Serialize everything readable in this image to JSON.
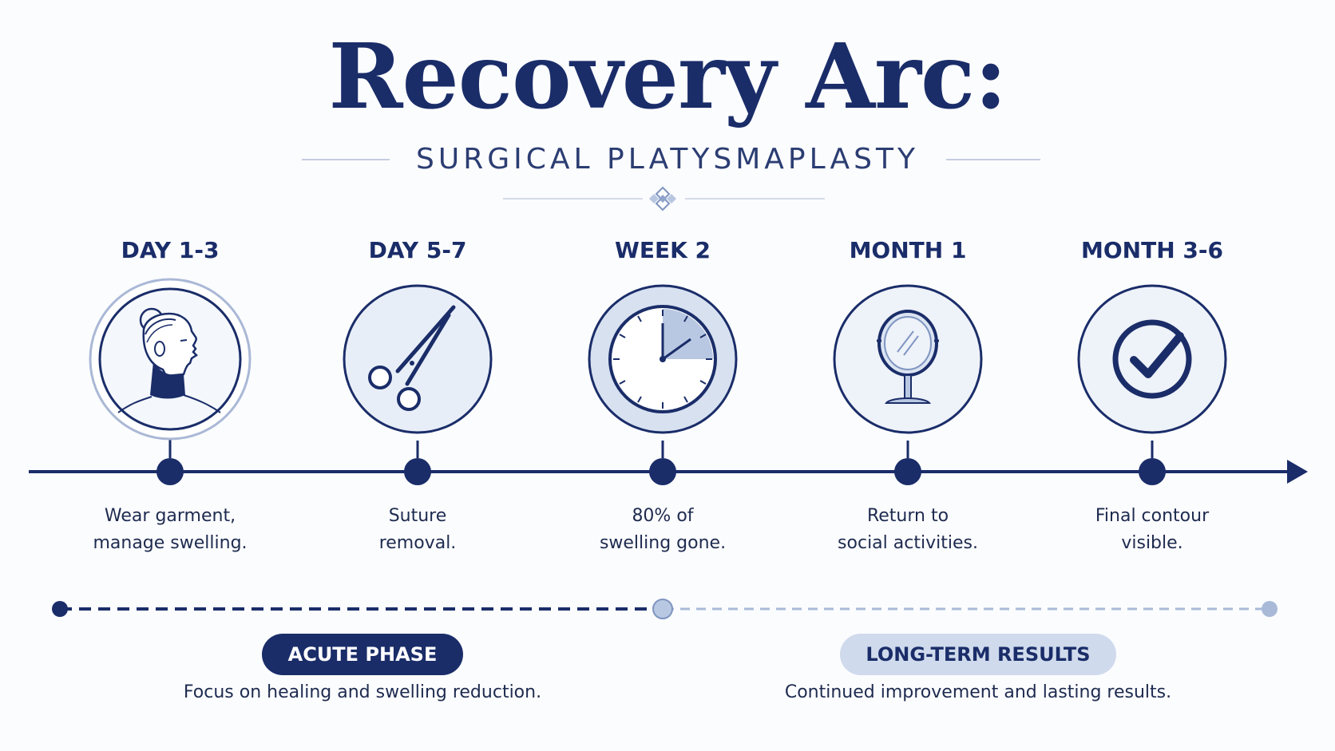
{
  "header": {
    "title": "Recovery Arc:",
    "subtitle": "SURGICAL PLATYSMAPLASTY"
  },
  "stages": [
    {
      "label": "DAY 1-3",
      "desc_line1": "Wear garment,",
      "desc_line2": "manage swelling.",
      "icon": "head-with-compression-garment-icon"
    },
    {
      "label": "DAY 5-7",
      "desc_line1": "Suture",
      "desc_line2": "removal.",
      "icon": "scissors-icon"
    },
    {
      "label": "WEEK 2",
      "desc_line1": "80% of",
      "desc_line2": "swelling gone.",
      "icon": "clock-icon"
    },
    {
      "label": "MONTH 1",
      "desc_line1": "Return to",
      "desc_line2": "social activities.",
      "icon": "hand-mirror-icon"
    },
    {
      "label": "MONTH 3-6",
      "desc_line1": "Final contour",
      "desc_line2": "visible.",
      "icon": "checkmark-icon"
    }
  ],
  "phases": {
    "acute": {
      "label": "ACUTE PHASE",
      "desc": "Focus on healing and swelling reduction."
    },
    "long_term": {
      "label": "LONG-TERM RESULTS",
      "desc": "Continued improvement and lasting results."
    }
  },
  "colors": {
    "navy": "#1a2d69",
    "light_blue": "#cfdaec",
    "pale_fill": "#e8eef7",
    "background": "#fbfcfe"
  }
}
